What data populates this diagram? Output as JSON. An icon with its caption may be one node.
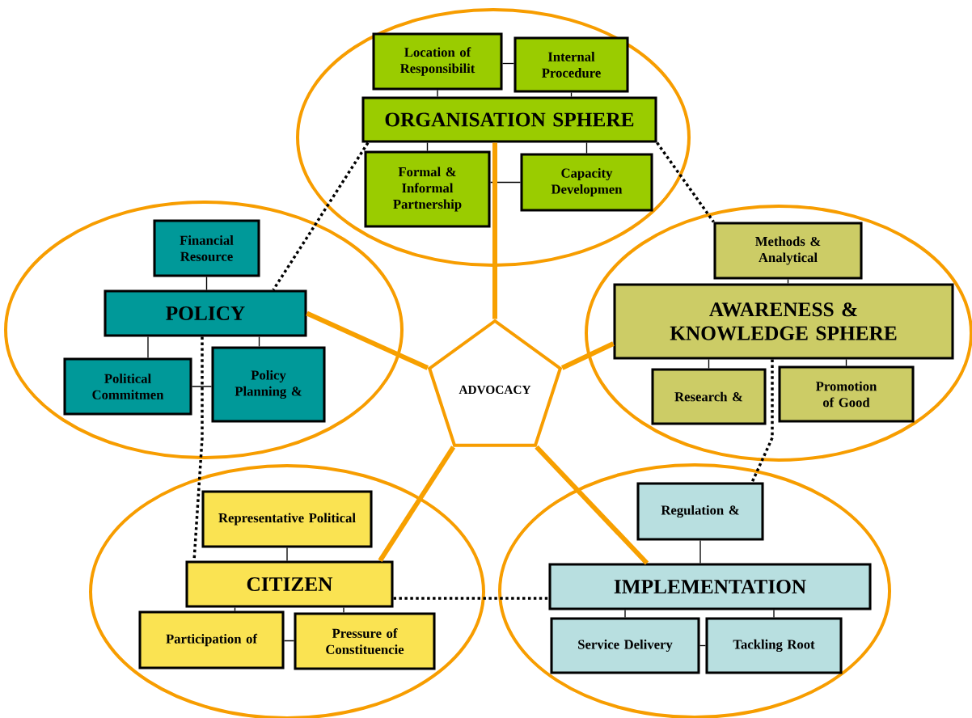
{
  "diagram": {
    "nodes": [
      {
        "text": [],
        "shape": "ellipse"
      },
      {
        "text": [
          "Location of Responsibilit"
        ],
        "in": 0
      },
      {
        "text": [
          "Internal Procedure"
        ],
        "in": 0
      },
      {
        "text": [
          "ORGANISATION SPHERE"
        ],
        "in": 0
      },
      {
        "text": [
          "Formal & Informal Partnership"
        ],
        "in": 0
      },
      {
        "text": [
          "Capacity Developmen"
        ],
        "in": 0
      },
      {
        "text": [],
        "shape": "ellipse"
      },
      {
        "text": [
          "Financial Resource"
        ],
        "in": 6
      },
      {
        "text": [
          "POLICY"
        ],
        "in": 6
      },
      {
        "text": [
          "Political Commitmen"
        ],
        "in": 6
      },
      {
        "text": [
          "Policy Planning &"
        ],
        "in": 6
      },
      {
        "text": [],
        "shape": "ellipse"
      },
      {
        "text": [
          "Methods & Analytical"
        ],
        "in": 11
      },
      {
        "text": [
          "AWARENESS & KNOWLEDGE SPHERE"
        ],
        "in": 11
      },
      {
        "text": [
          "Research &"
        ],
        "in": 11
      },
      {
        "text": [
          "Promotion of Good"
        ],
        "in": 11
      },
      {
        "text": [
          "ADVOCACY"
        ]
      },
      {
        "text": [],
        "shape": "ellipse"
      },
      {
        "text": [
          "Representative Political"
        ],
        "in": 17
      },
      {
        "text": [
          "CITIZEN"
        ],
        "in": 17
      },
      {
        "text": [
          "Participation of"
        ],
        "in": 17
      },
      {
        "text": [
          "Pressure of Constituencie"
        ],
        "in": 17
      },
      {
        "text": [],
        "shape": "ellipse"
      },
      {
        "text": [
          "Regulation &"
        ],
        "in": 22
      },
      {
        "text": [
          "IMPLEMENTATION"
        ],
        "in": 22
      },
      {
        "text": [
          "Service Delivery"
        ],
        "in": 22
      },
      {
        "text": [
          "Tackling Root"
        ],
        "in": 22
      }
    ],
    "edges": [
      {
        "from": 1,
        "to": 2,
        "arrow": "none"
      },
      {
        "from": 1,
        "to": 3,
        "arrow": "none"
      },
      {
        "from": 2,
        "to": 3,
        "arrow": "none"
      },
      {
        "from": 3,
        "to": 4,
        "arrow": "none"
      },
      {
        "from": 3,
        "to": 5,
        "arrow": "none"
      },
      {
        "from": 4,
        "to": 5,
        "arrow": "none"
      },
      {
        "from": 7,
        "to": 8,
        "arrow": "none"
      },
      {
        "from": 8,
        "to": 9,
        "arrow": "none"
      },
      {
        "from": 8,
        "to": 10,
        "arrow": "none"
      },
      {
        "from": 9,
        "to": 10,
        "arrow": "none"
      },
      {
        "from": 12,
        "to": 13,
        "arrow": "none"
      },
      {
        "from": 13,
        "to": 14,
        "arrow": "none"
      },
      {
        "from": 13,
        "to": 15,
        "arrow": "none"
      },
      {
        "from": 18,
        "to": 19,
        "arrow": "none"
      },
      {
        "from": 19,
        "to": 20,
        "arrow": "none"
      },
      {
        "from": 19,
        "to": 21,
        "arrow": "none"
      },
      {
        "from": 20,
        "to": 21,
        "arrow": "none"
      },
      {
        "from": 23,
        "to": 24,
        "arrow": "none"
      },
      {
        "from": 24,
        "to": 25,
        "arrow": "none"
      },
      {
        "from": 24,
        "to": 26,
        "arrow": "none"
      },
      {
        "from": 25,
        "to": 26,
        "arrow": "none"
      },
      {
        "from": 16,
        "to": 3,
        "arrow": "none",
        "style": "thick",
        "color": "#f7a000"
      },
      {
        "from": 16,
        "to": 8,
        "arrow": "none",
        "style": "thick",
        "color": "#f7a000"
      },
      {
        "from": 16,
        "to": 13,
        "arrow": "none",
        "style": "thick",
        "color": "#f7a000"
      },
      {
        "from": 16,
        "to": 19,
        "arrow": "none",
        "style": "thick",
        "color": "#f7a000"
      },
      {
        "from": 16,
        "to": 24,
        "arrow": "none",
        "style": "thick",
        "color": "#f7a000"
      },
      {
        "from": 3,
        "to": 8,
        "arrow": "none",
        "style": "dashed"
      },
      {
        "from": 3,
        "to": 12,
        "arrow": "none",
        "style": "dashed"
      },
      {
        "from": 13,
        "to": 23,
        "arrow": "none",
        "style": "dashed"
      },
      {
        "from": 8,
        "to": 19,
        "arrow": "none",
        "style": "dashed"
      },
      {
        "from": 19,
        "to": 24,
        "arrow": "none",
        "style": "dashed"
      }
    ]
  }
}
